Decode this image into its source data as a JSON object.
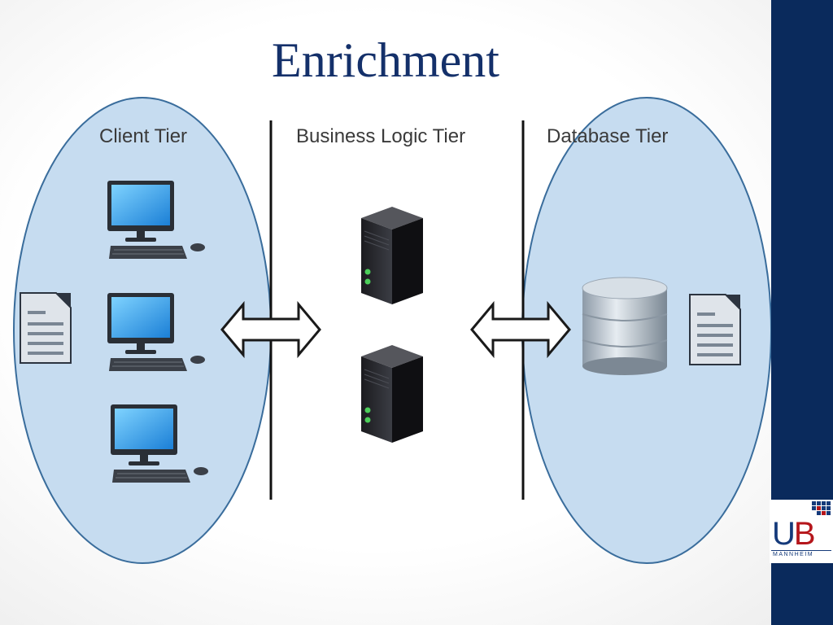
{
  "slide": {
    "title": "Enrichment"
  },
  "tiers": {
    "client": "Client Tier",
    "business": "Business Logic Tier",
    "database": "Database Tier"
  },
  "logo": {
    "initials_u": "U",
    "initials_b": "B",
    "subtitle": "MANNHEIM"
  },
  "colors": {
    "title": "#14306a",
    "side_bar": "#0a2a5c",
    "ellipse_fill": "#c6dcf0",
    "ellipse_stroke": "#3a6d9c"
  },
  "icons": [
    "document-icon",
    "computer-icon",
    "server-icon",
    "database-icon",
    "double-arrow-icon"
  ]
}
